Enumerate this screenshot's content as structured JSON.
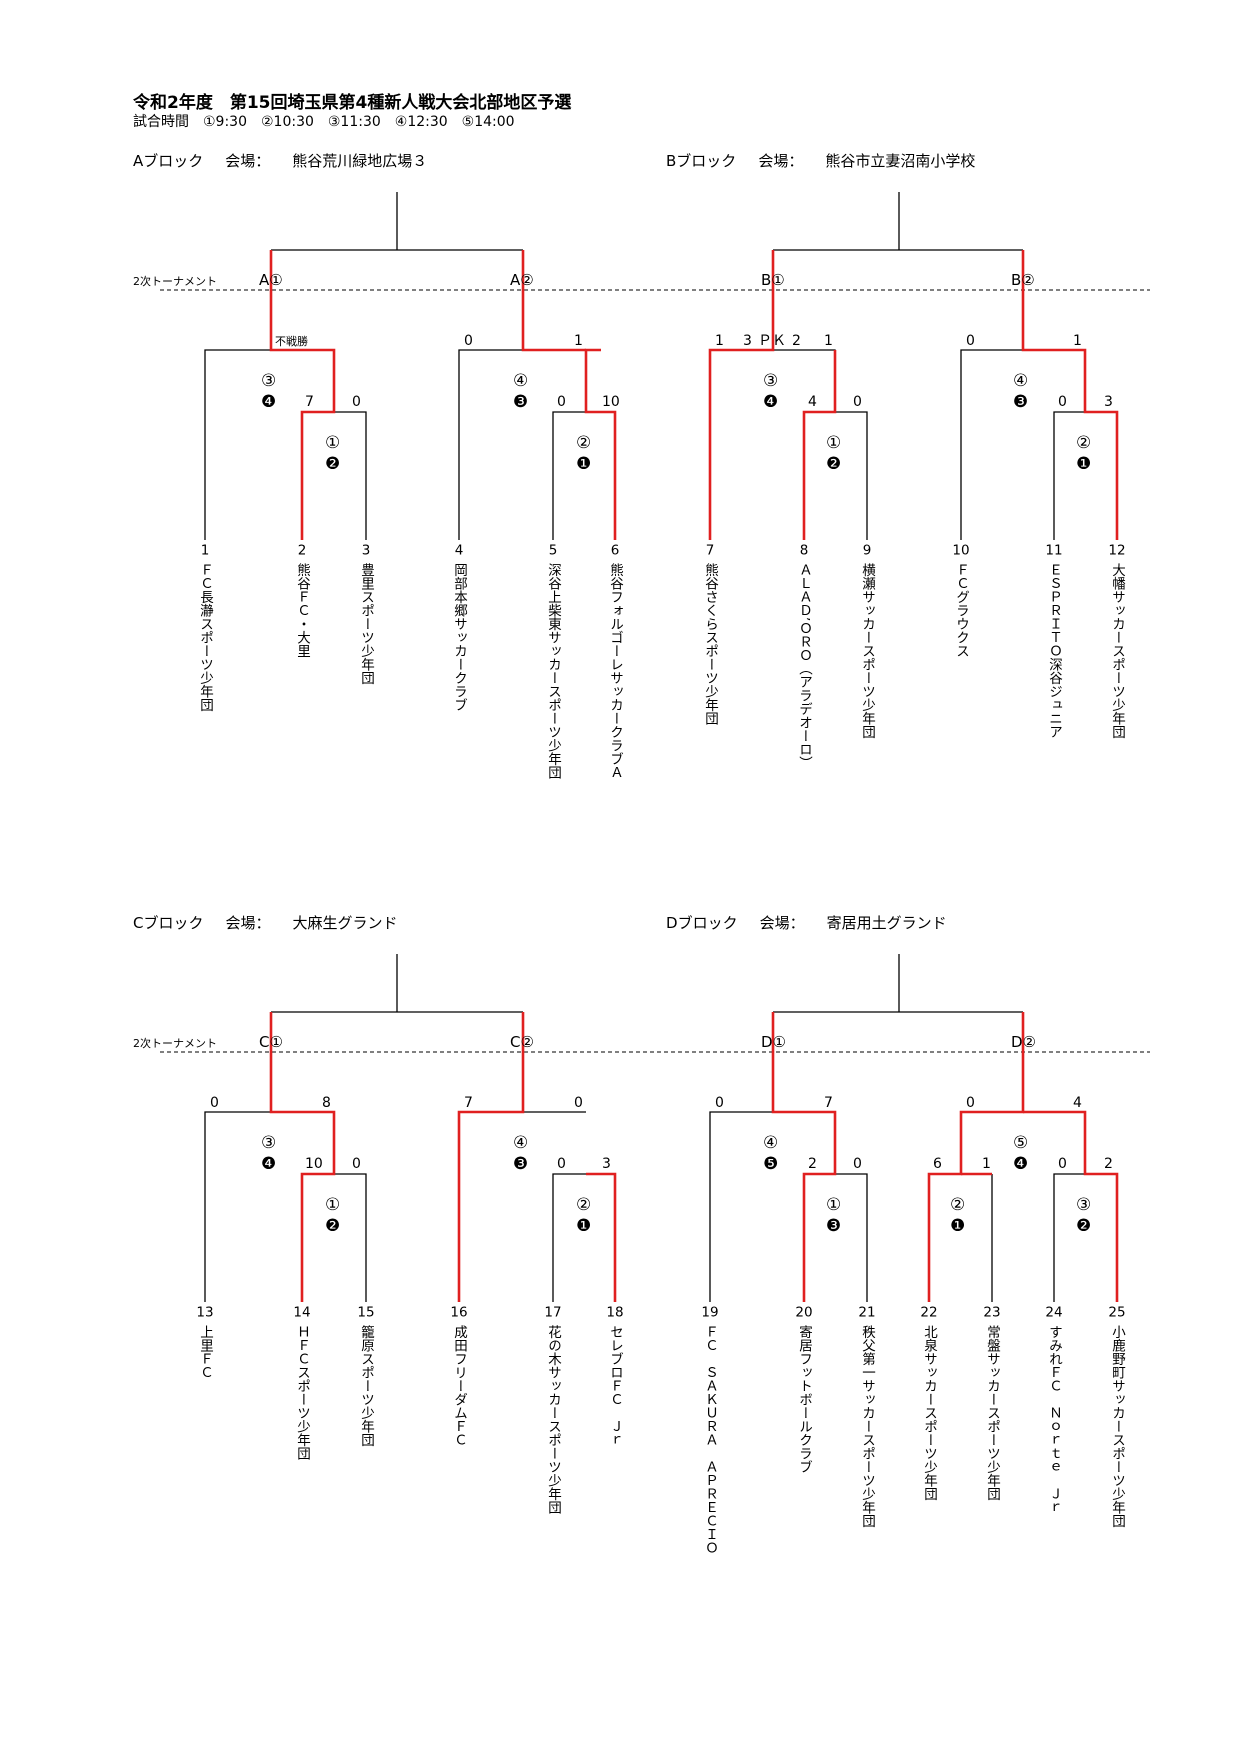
{
  "header": {
    "title": "令和2年度　第15回埼玉県第4種新人戦大会北部地区予選",
    "schedule": "試合時間　①9:30　②10:30　③11:30　④12:30　⑤14:00"
  },
  "labels": {
    "block_word": "ブロック",
    "venue_word": "会場：",
    "second_round": "2次トーナメント",
    "forfeit": "不戦勝",
    "pk_word": "ＰＫ"
  },
  "blocks": [
    {
      "letter": "A",
      "venue": "熊谷荒川緑地広場３",
      "final_a_label": "A①",
      "final_b_label": "A②",
      "teams": [
        {
          "no": "1",
          "name": "ＦＣ長瀞スポーツ少年団"
        },
        {
          "no": "2",
          "name": "熊谷ＦＣ・大里"
        },
        {
          "no": "3",
          "name": "豊里スポーツ少年団"
        },
        {
          "no": "4",
          "name": "岡部本郷サッカークラブ"
        },
        {
          "no": "5",
          "name": "深谷上柴東サッカースポーツ少年団"
        },
        {
          "no": "6",
          "name": "熊谷フォルゴーレサッカークラブＡ"
        }
      ],
      "m1": {
        "time": "①",
        "order": "❷",
        "score_a": "7",
        "score_b": "0"
      },
      "m2": {
        "time": "③",
        "order": "❹",
        "score_a": "不戦勝",
        "score_b": ""
      },
      "m3": {
        "time": "②",
        "order": "❶",
        "score_a": "0",
        "score_b": "10"
      },
      "m4": {
        "time": "④",
        "order": "❸",
        "score_a": "0",
        "score_b": "1"
      }
    },
    {
      "letter": "B",
      "venue": "熊谷市立妻沼南小学校",
      "final_a_label": "B①",
      "final_b_label": "B②",
      "teams": [
        {
          "no": "7",
          "name": "熊谷さくらスポーツ少年団"
        },
        {
          "no": "8",
          "name": "ＡＬＡＤ’ＯＲＯ（アラデオーロ）"
        },
        {
          "no": "9",
          "name": "横瀬サッカースポーツ少年団"
        },
        {
          "no": "10",
          "name": "ＦＣグラウクス"
        },
        {
          "no": "11",
          "name": "ＥＳＰＲＩＴＯ深谷ジュニア"
        },
        {
          "no": "12",
          "name": "大幡サッカースポーツ少年団"
        }
      ],
      "m1": {
        "time": "①",
        "order": "❷",
        "score_a": "4",
        "score_b": "0"
      },
      "m2": {
        "time": "③",
        "order": "❹",
        "score_a": "1",
        "score_b": "1",
        "pk_a": "3",
        "pk_b": "2"
      },
      "m3": {
        "time": "②",
        "order": "❶",
        "score_a": "0",
        "score_b": "3"
      },
      "m4": {
        "time": "④",
        "order": "❸",
        "score_a": "0",
        "score_b": "1"
      }
    },
    {
      "letter": "C",
      "venue": "大麻生グランド",
      "final_a_label": "C①",
      "final_b_label": "C②",
      "teams": [
        {
          "no": "13",
          "name": "上里ＦＣ"
        },
        {
          "no": "14",
          "name": "ＨＦＣスポーツ少年団"
        },
        {
          "no": "15",
          "name": "籠原スポーツ少年団"
        },
        {
          "no": "16",
          "name": "成田フリーダムＦＣ"
        },
        {
          "no": "17",
          "name": "花の木サッカースポーツ少年団"
        },
        {
          "no": "18",
          "name": "セレブロＦＣ　Ｊｒ"
        }
      ],
      "m1": {
        "time": "①",
        "order": "❷",
        "score_a": "10",
        "score_b": "0"
      },
      "m2": {
        "time": "③",
        "order": "❹",
        "score_a": "0",
        "score_b": "8"
      },
      "m3": {
        "time": "②",
        "order": "❶",
        "score_a": "0",
        "score_b": "3"
      },
      "m4": {
        "time": "④",
        "order": "❸",
        "score_a": "7",
        "score_b": "0"
      }
    },
    {
      "letter": "D",
      "venue": "寄居用土グランド",
      "final_a_label": "D①",
      "final_b_label": "D②",
      "teams": [
        {
          "no": "19",
          "name": "ＦＣ　ＳＡＫＵＲＡ　ＡＰＲＥＣＩＯ"
        },
        {
          "no": "20",
          "name": "寄居フットボールクラブ"
        },
        {
          "no": "21",
          "name": "秩父第一サッカースポーツ少年団"
        },
        {
          "no": "22",
          "name": "北泉サッカースポーツ少年団"
        },
        {
          "no": "23",
          "name": "常盤サッカースポーツ少年団"
        },
        {
          "no": "24",
          "name": "すみれＦＣ　Ｎｏｒｔｅ　Ｊｒ"
        },
        {
          "no": "25",
          "name": "小鹿野町サッカースポーツ少年団"
        }
      ],
      "m1": {
        "time": "①",
        "order": "❸",
        "score_a": "2",
        "score_b": "0"
      },
      "m2": {
        "time": "④",
        "order": "❺",
        "score_a": "0",
        "score_b": "7"
      },
      "m3": {
        "time": "②",
        "order": "❶",
        "score_a": "6",
        "score_b": "1"
      },
      "m4": {
        "time": "③",
        "order": "❷",
        "score_a": "0",
        "score_b": "2"
      },
      "m5": {
        "time": "⑤",
        "order": "❹",
        "score_a": "0",
        "score_b": "4"
      }
    }
  ]
}
